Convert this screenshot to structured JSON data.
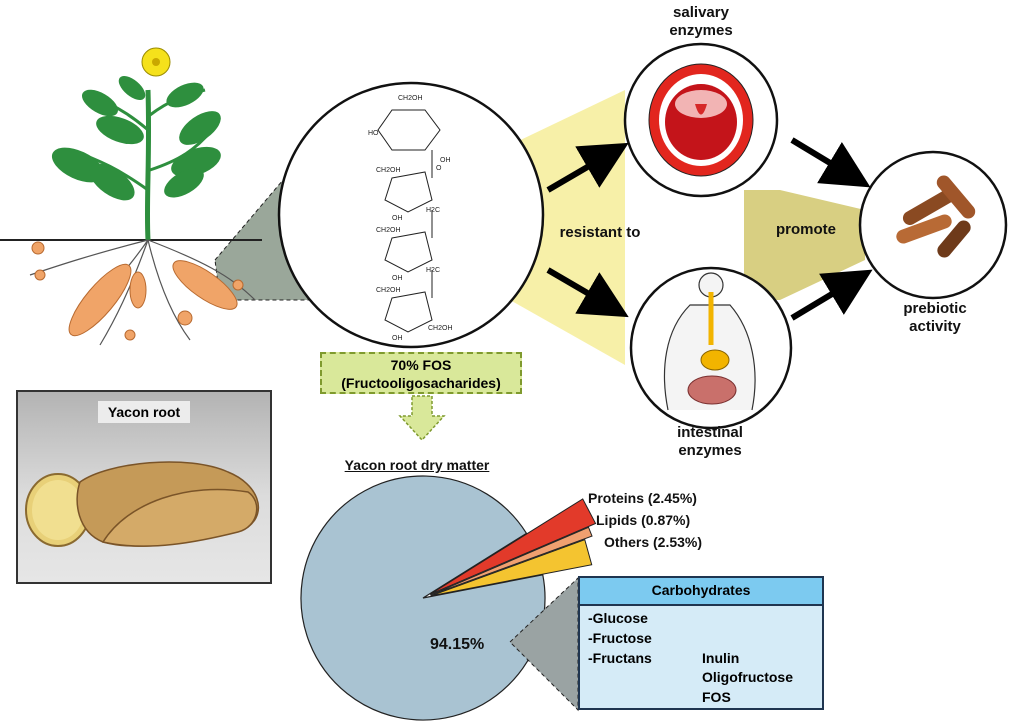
{
  "labels": {
    "salivary_enzymes": "salivary enzymes",
    "intestinal_enzymes": "intestinal enzymes",
    "resistant_to": "resistant to",
    "promote": "promote",
    "prebiotic_activity": "prebiotic activity",
    "fos_box_line1": "70% FOS",
    "fos_box_line2": "(Fructooligosacharides)",
    "yacon_root_photo": "Yacon root"
  },
  "molecule_labels": {
    "ch2oh_top": "CH2OH",
    "oh": "OH",
    "ho": "HO",
    "h2c": "H2C",
    "o": "O"
  },
  "chart_data": {
    "type": "pie",
    "title": "Yacon root dry matter",
    "slices": [
      {
        "label": "Proteins",
        "value": 2.45,
        "display": "Proteins (2.45%)",
        "color": "#e23a2a"
      },
      {
        "label": "Lipids",
        "value": 0.87,
        "display": "Lipids (0.87%)",
        "color": "#f0a070"
      },
      {
        "label": "Others",
        "value": 2.53,
        "display": "Others (2.53%)",
        "color": "#f4c430"
      },
      {
        "label": "Carbohydrates",
        "value": 94.15,
        "display": "94.15%",
        "color": "#a9c3d2"
      }
    ]
  },
  "carbohydrates": {
    "header": "Carbohydrates",
    "items": [
      "-Glucose",
      "-Fructose",
      "-Fructans"
    ],
    "fructans": [
      "Inulin",
      "Oligofructose",
      "FOS"
    ]
  },
  "colors": {
    "yellow_region": "#f7f0a8",
    "olive_region": "#d8cf82",
    "gray_callout": "#9aa79a",
    "leaf": "#2e8f3e",
    "root": "#f0a468",
    "bacteria": "#8a4a22"
  }
}
